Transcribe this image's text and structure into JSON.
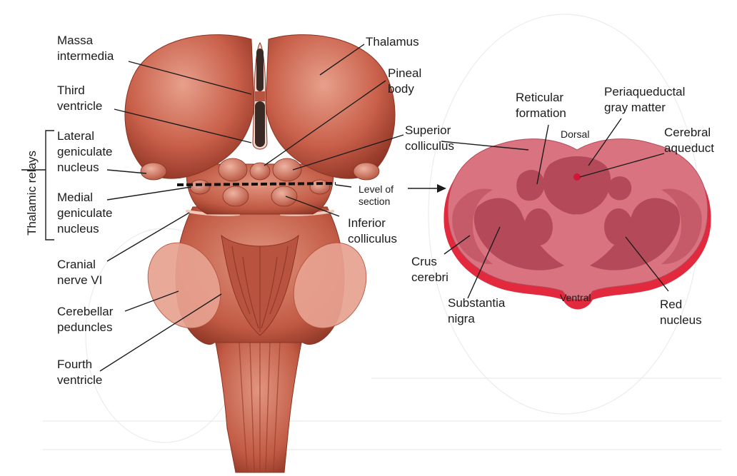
{
  "brainstem": {
    "labels": {
      "massa_intermedia": [
        "Massa",
        "intermedia"
      ],
      "third_ventricle": [
        "Third",
        "ventricle"
      ],
      "lateral_geniculate": [
        "Lateral",
        "geniculate",
        "nucleus"
      ],
      "medial_geniculate": [
        "Medial",
        "geniculate",
        "nucleus"
      ],
      "cranial_nerve_vi": [
        "Cranial",
        "nerve VI"
      ],
      "cerebellar_peduncles": [
        "Cerebellar",
        "peduncles"
      ],
      "fourth_ventricle": [
        "Fourth",
        "ventricle"
      ],
      "thalamus": "Thalamus",
      "pineal_body": [
        "Pineal",
        "body"
      ],
      "superior_colliculus": [
        "Superior",
        "colliculus"
      ],
      "inferior_colliculus": [
        "Inferior",
        "colliculus"
      ],
      "level_of_section": [
        "Level of",
        "section"
      ]
    },
    "bracket_label": "Thalamic relays"
  },
  "cross_section": {
    "labels": {
      "reticular_formation": [
        "Reticular",
        "formation"
      ],
      "periaqueductal_gray": [
        "Periaqueductal",
        "gray matter"
      ],
      "cerebral_aqueduct": [
        "Cerebral",
        "aqueduct"
      ],
      "dorsal": "Dorsal",
      "ventral": "Ventral",
      "crus_cerebri": [
        "Crus",
        "cerebri"
      ],
      "substantia_nigra": [
        "Substantia",
        "nigra"
      ],
      "red_nucleus": [
        "Red",
        "nucleus"
      ]
    }
  },
  "colors": {
    "tissue": "#c9604a",
    "tissue_light": "#e09a86",
    "tissue_dark": "#8e3324",
    "section_fill": "#d9737f",
    "section_dark": "#b44a59",
    "section_edge": "#e2293d",
    "ventricle": "#3a2a26"
  }
}
